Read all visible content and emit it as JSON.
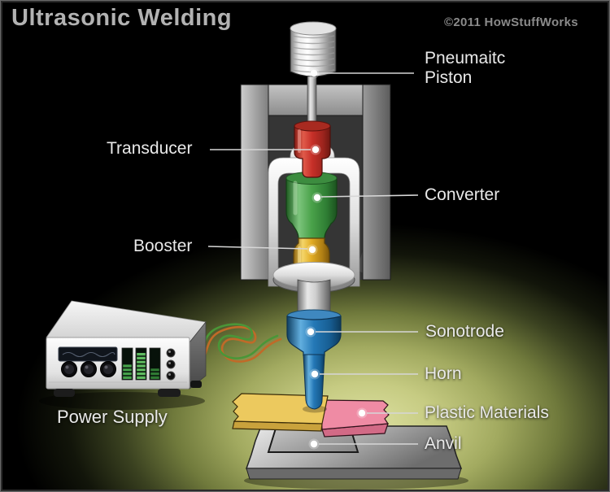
{
  "title": "Ultrasonic Welding",
  "copyright": "©2011 HowStuffWorks",
  "labels": {
    "pneumatic_piston_line1": "Pneumaitc",
    "pneumatic_piston_line2": "Piston",
    "transducer": "Transducer",
    "converter": "Converter",
    "booster": "Booster",
    "sonotrode": "Sonotrode",
    "horn": "Horn",
    "plastic_materials": "Plastic Materials",
    "anvil": "Anvil",
    "power_supply": "Power Supply"
  },
  "colors": {
    "background": "#000000",
    "glow_center": "#dce0a0",
    "title_text": "#b2b2b2",
    "label_text": "#e9e9e9",
    "transducer_red": "#c62f28",
    "converter_green": "#4aa24a",
    "booster_gold": "#e2ac24",
    "sonotrode_blue": "#2478b6",
    "plastic_sheet_yellow": "#ecc95e",
    "plastic_sheet_pink": "#ef8ba4",
    "cable_green": "#4a9638",
    "cable_orange": "#c06a28"
  }
}
